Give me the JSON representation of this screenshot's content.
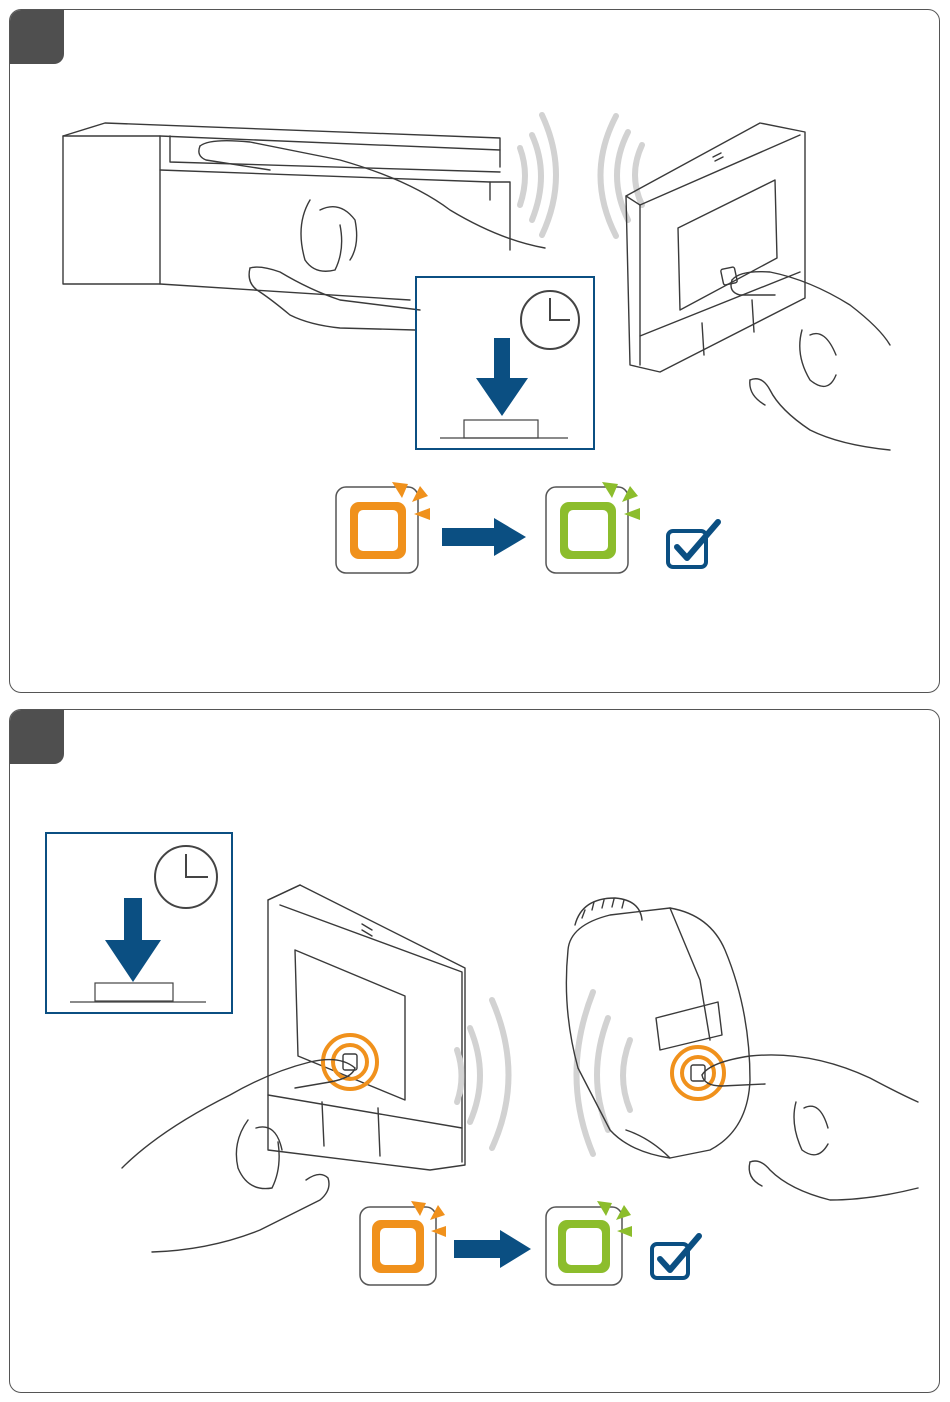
{
  "colors": {
    "badge": "#4f4f4f",
    "accent_blue": "#0b4f82",
    "led_orange": "#f0911c",
    "led_green": "#8cbd2c",
    "wave_grey": "#d2d2d2",
    "outline": "#3a3a3a"
  },
  "icons": {
    "timer": "clock-icon",
    "press": "press-down-arrow-icon",
    "transition": "arrow-right-icon",
    "success": "checkbox-checked-icon"
  },
  "steps": [
    {
      "led_from": "orange",
      "led_to": "green",
      "confirmed": true
    },
    {
      "led_from": "orange",
      "led_to": "green",
      "confirmed": true
    }
  ]
}
